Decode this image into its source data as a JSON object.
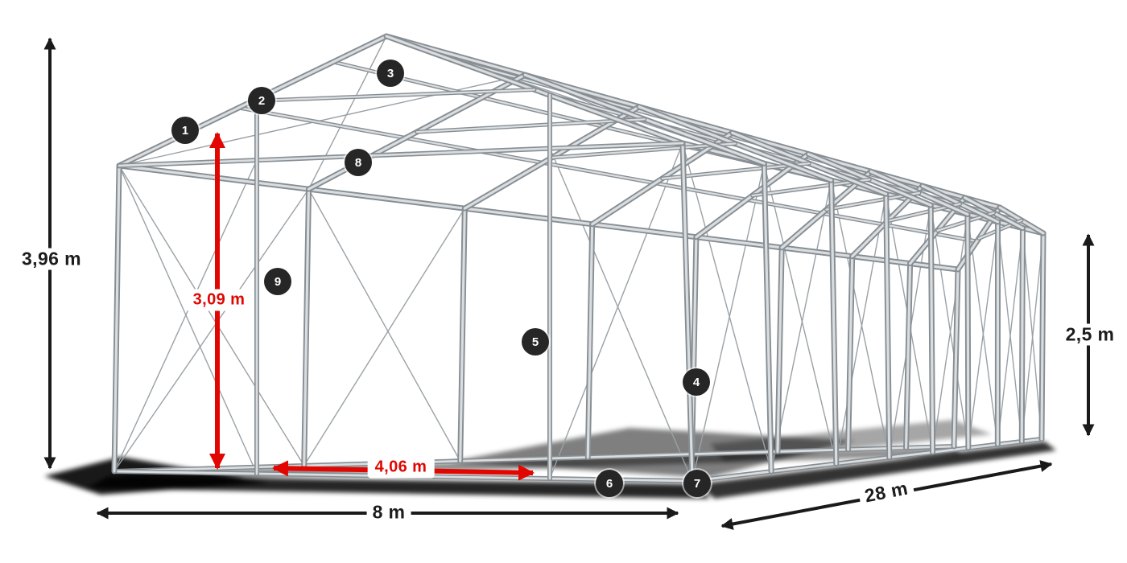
{
  "dimensions": {
    "total_height": "3,96 m",
    "inner_height": "3,09 m",
    "entrance_width": "4,06 m",
    "side_height": "2,5 m",
    "width": "8 m",
    "length": "28 m"
  },
  "callouts": [
    "1",
    "2",
    "3",
    "4",
    "5",
    "6",
    "7",
    "8",
    "9"
  ],
  "colors": {
    "dimension_black": "#1a1a1a",
    "dimension_red": "#e10600",
    "frame_steel": "#c9ced2",
    "callout_background": "#262626"
  }
}
